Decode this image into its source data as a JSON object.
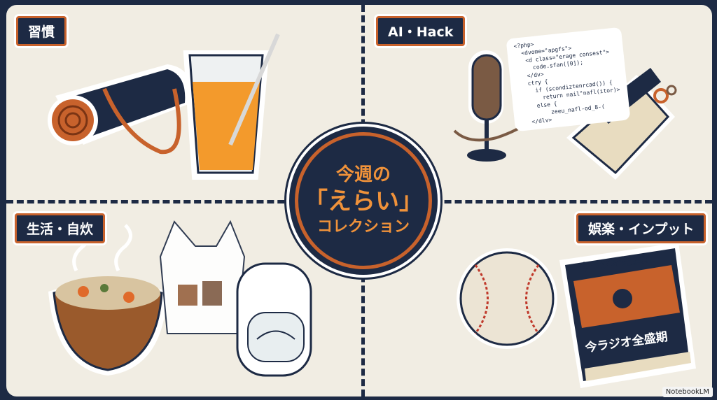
{
  "center": {
    "line1": "今週の",
    "line2": "「えらい」",
    "line3": "コレクション"
  },
  "quadrants": [
    {
      "label": "習慣"
    },
    {
      "label": "AI・Hack"
    },
    {
      "label": "生活・自炊"
    },
    {
      "label": "娯楽・インプット"
    }
  ],
  "code_lines": [
    "<?php>",
    "  <dvome=\"apgfs\">",
    "   <d class=\"erage consest\">",
    "     code.sfan([0]);",
    "   </dv>",
    "   ctry {",
    "     if (scondiztenrcad()) {",
    "       return nail\"nafl(itor)>",
    "     else {",
    "         zeeu_nafl-od_8-(",
    "   </dlv>"
  ],
  "book": {
    "cover_title": "今ラジオ全盛期",
    "spine_title": "今ラジオ全盛期"
  },
  "watermark": "NotebookLM",
  "colors": {
    "navy": "#1d2a44",
    "orange": "#c8622c",
    "text_orange": "#f0923a",
    "background": "#f1ede3"
  }
}
